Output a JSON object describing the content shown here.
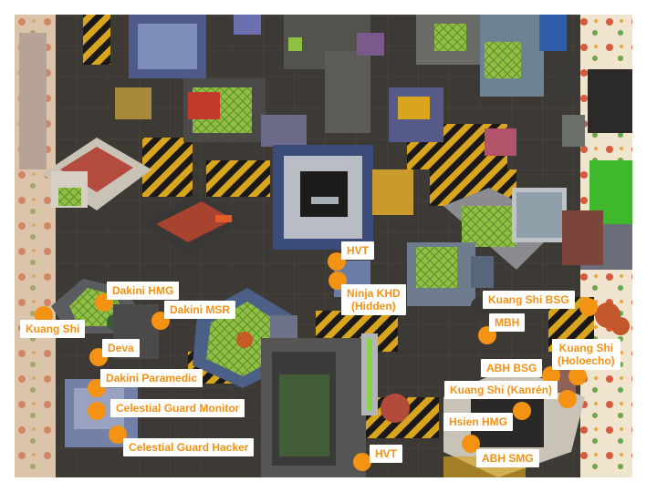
{
  "photo": {
    "subject": "tabletop-wargame-board",
    "marker_color": "#f39213",
    "label_bg": "#ffffff"
  },
  "labels": {
    "dakini_hmg": "Dakini HMG",
    "dakini_msr": "Dakini MSR",
    "kuang_shi_left": "Kuang Shi",
    "deva": "Deva",
    "dakini_paramedic": "Dakini Paramedic",
    "celestial_guard_monitor": "Celestial Guard Monitor",
    "celestial_guard_hacker": "Celestial Guard Hacker",
    "hvt_top": "HVT",
    "ninja_khd_line1": "Ninja KHD",
    "ninja_khd_line2": "(Hidden)",
    "hvt_bottom": "HVT",
    "kuang_shi_bsg": "Kuang Shi BSG",
    "mbh": "MBH",
    "kuang_shi_holoecho_line1": "Kuang Shi",
    "kuang_shi_holoecho_line2": "(Holoecho)",
    "abh_bsg": "ABH BSG",
    "kuang_shi_kanren": "Kuang Shi (Kanrén)",
    "hsien_hmg": "Hsien HMG",
    "abh_smg": "ABH SMG"
  }
}
